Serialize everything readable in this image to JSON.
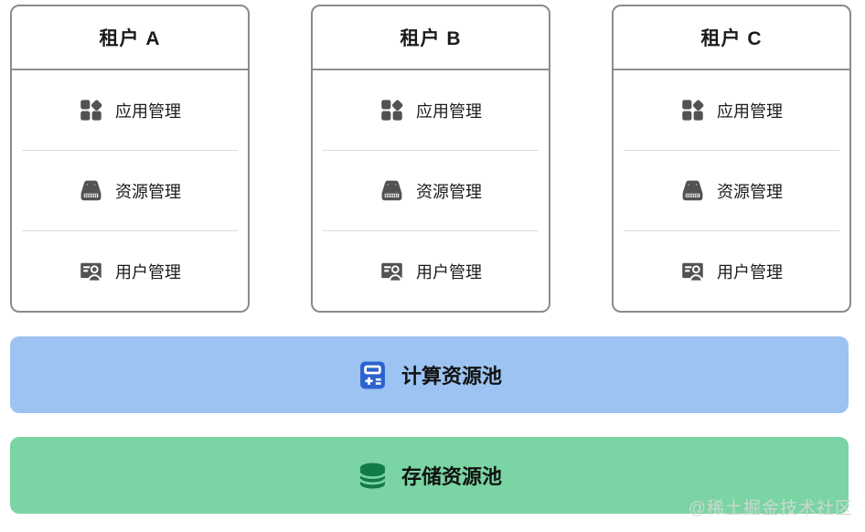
{
  "diagram": {
    "tenants": [
      {
        "title": "租户 A",
        "items": [
          {
            "label": "应用管理",
            "icon": "app-grid-icon"
          },
          {
            "label": "资源管理",
            "icon": "hard-drive-icon"
          },
          {
            "label": "用户管理",
            "icon": "id-badge-icon"
          }
        ]
      },
      {
        "title": "租户 B",
        "items": [
          {
            "label": "应用管理",
            "icon": "app-grid-icon"
          },
          {
            "label": "资源管理",
            "icon": "hard-drive-icon"
          },
          {
            "label": "用户管理",
            "icon": "id-badge-icon"
          }
        ]
      },
      {
        "title": "租户 C",
        "items": [
          {
            "label": "应用管理",
            "icon": "app-grid-icon"
          },
          {
            "label": "资源管理",
            "icon": "hard-drive-icon"
          },
          {
            "label": "用户管理",
            "icon": "id-badge-icon"
          }
        ]
      }
    ],
    "pools": [
      {
        "label": "计算资源池",
        "icon": "calculator-icon",
        "background": "#9cc3f1",
        "icon_color": "#2b62d0"
      },
      {
        "label": "存储资源池",
        "icon": "database-icon",
        "background": "#7bd4a3",
        "icon_color": "#127a47"
      }
    ],
    "watermark": "@稀土掘金技术社区",
    "colors": {
      "box_border": "#8b8b8b",
      "item_divider": "#dcdcdc",
      "text": "#1b1b1b",
      "item_icon": "#525252",
      "compute_pool_bg": "#9cc3f1",
      "compute_icon": "#2b62d0",
      "storage_pool_bg": "#7bd4a3",
      "storage_icon": "#127a47",
      "watermark_text": "#d2d9d6"
    }
  }
}
